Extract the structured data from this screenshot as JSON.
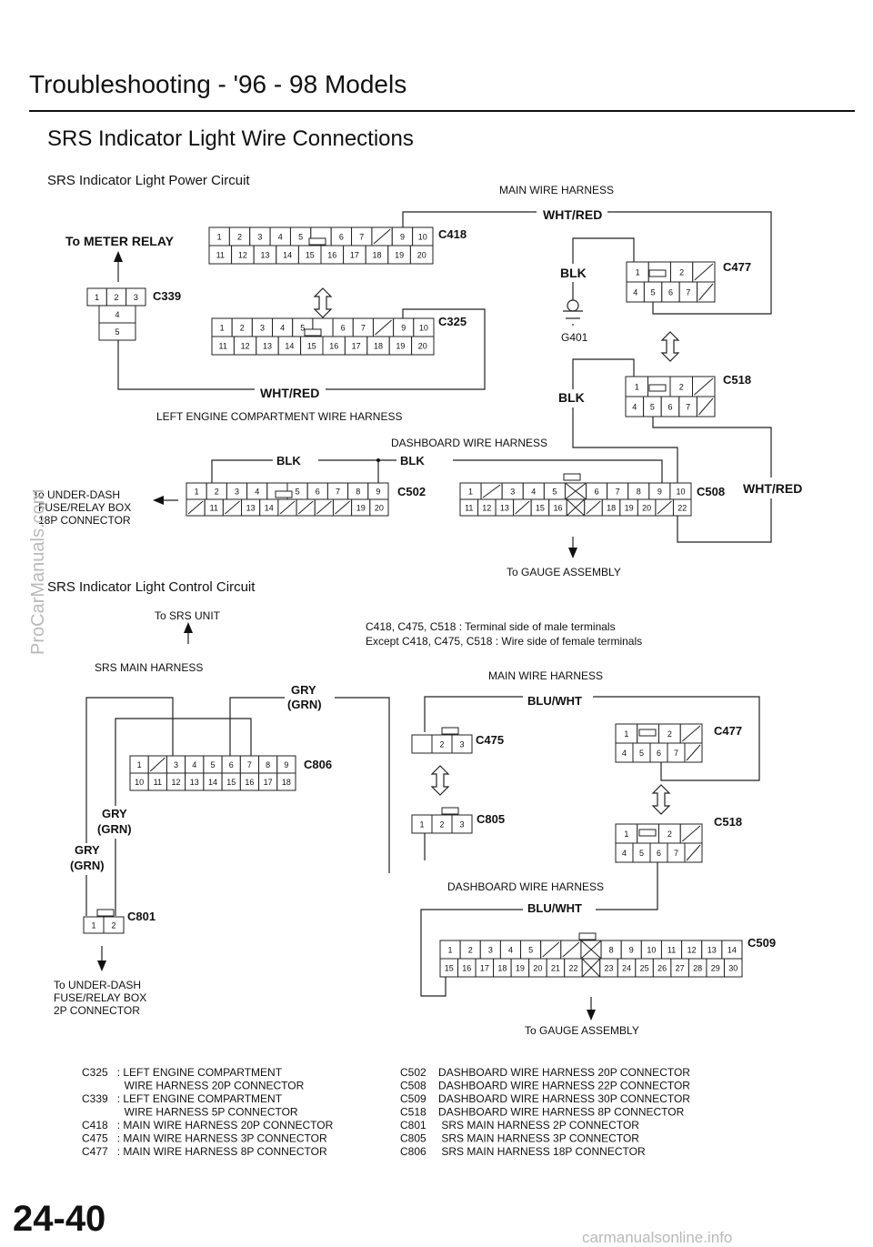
{
  "header": {
    "title": "Troubleshooting - '96 - 98 Models",
    "subtitle": "SRS Indicator Light Wire Connections"
  },
  "power_circuit": {
    "heading": "SRS Indicator Light Power Circuit",
    "main_harness": "MAIN WIRE HARNESS",
    "to_meter_relay": "To METER RELAY",
    "left_engine_harness": "LEFT ENGINE COMPARTMENT WIRE HARNESS",
    "dashboard_harness": "DASHBOARD WIRE HARNESS",
    "wire_wht_red": "WHT/RED",
    "wire_blk": "BLK",
    "ground": "G401",
    "to_under_dash": [
      "To UNDER-DASH",
      "FUSE/RELAY BOX",
      "18P CONNECTOR"
    ],
    "to_gauge": "To GAUGE ASSEMBLY"
  },
  "control_circuit": {
    "heading": "SRS Indicator Light Control Circuit",
    "to_srs_unit": "To SRS UNIT",
    "srs_main_harness": "SRS MAIN HARNESS",
    "note": [
      "C418, C475, C518 : Terminal side of male terminals",
      "Except C418, C475, C518 : Wire side of female terminals"
    ],
    "main_harness": "MAIN WIRE HARNESS",
    "dashboard_harness": "DASHBOARD WIRE HARNESS",
    "wire_gry": "GRY",
    "wire_grn": "(GRN)",
    "wire_blu_wht": "BLU/WHT",
    "to_under_dash": [
      "To UNDER-DASH",
      "FUSE/RELAY BOX",
      "2P CONNECTOR"
    ],
    "to_gauge": "To GAUGE ASSEMBLY"
  },
  "connectors": {
    "C418": {
      "label": "C418",
      "rows": [
        [
          "1",
          "2",
          "3",
          "4",
          "5",
          "",
          "6",
          "7",
          "/",
          "9",
          "10"
        ],
        [
          "11",
          "12",
          "13",
          "14",
          "15",
          "16",
          "17",
          "18",
          "19",
          "20"
        ]
      ]
    },
    "C325": {
      "label": "C325",
      "rows": [
        [
          "1",
          "2",
          "3",
          "4",
          "5",
          "",
          "6",
          "7",
          "/",
          "9",
          "10"
        ],
        [
          "11",
          "12",
          "13",
          "14",
          "15",
          "16",
          "17",
          "18",
          "19",
          "20"
        ]
      ]
    },
    "C339": {
      "label": "C339",
      "rows": [
        [
          "1",
          "2",
          "3"
        ],
        [
          "4"
        ],
        [
          "5"
        ]
      ]
    },
    "C477a": {
      "label": "C477",
      "rows": [
        [
          "1",
          "",
          "2",
          "/"
        ],
        [
          "4",
          "5",
          "6",
          "7",
          "/"
        ]
      ]
    },
    "C518a": {
      "label": "C518",
      "rows": [
        [
          "1",
          "",
          "2",
          "/"
        ],
        [
          "4",
          "5",
          "6",
          "7",
          "/"
        ]
      ]
    },
    "C502": {
      "label": "C502",
      "rows": [
        [
          "1",
          "2",
          "3",
          "4",
          "",
          "5",
          "6",
          "7",
          "8",
          "9"
        ],
        [
          "/",
          "11",
          "/",
          "13",
          "14",
          "/",
          "/",
          "/",
          "/",
          "19",
          "20"
        ]
      ]
    },
    "C508": {
      "label": "C508",
      "rows": [
        [
          "1",
          "/",
          "3",
          "4",
          "5",
          "X",
          "6",
          "7",
          "8",
          "9",
          "10"
        ],
        [
          "11",
          "12",
          "13",
          "/",
          "15",
          "16",
          "X",
          "/",
          "18",
          "19",
          "20",
          "/",
          "22"
        ]
      ]
    },
    "C806": {
      "label": "C806",
      "rows": [
        [
          "1",
          "/",
          "3",
          "4",
          "5",
          "6",
          "7",
          "8",
          "9"
        ],
        [
          "10",
          "11",
          "12",
          "13",
          "14",
          "15",
          "16",
          "17",
          "18"
        ]
      ]
    },
    "C801": {
      "label": "C801",
      "rows": [
        [
          "1",
          "2"
        ]
      ]
    },
    "C475": {
      "label": "C475",
      "rows": [
        [
          "",
          "2",
          "3"
        ]
      ]
    },
    "C805": {
      "label": "C805",
      "rows": [
        [
          "1",
          "2",
          "3"
        ]
      ]
    },
    "C477b": {
      "label": "C477",
      "rows": [
        [
          "1",
          "",
          "2",
          "/"
        ],
        [
          "4",
          "5",
          "6",
          "7",
          "/"
        ]
      ]
    },
    "C518b": {
      "label": "C518",
      "rows": [
        [
          "1",
          "",
          "2",
          "/"
        ],
        [
          "4",
          "5",
          "6",
          "7",
          "/"
        ]
      ]
    },
    "C509": {
      "label": "C509",
      "rows": [
        [
          "1",
          "2",
          "3",
          "4",
          "5",
          "/",
          "/",
          "X",
          "8",
          "9",
          "10",
          "11",
          "12",
          "13",
          "14"
        ],
        [
          "15",
          "16",
          "17",
          "18",
          "19",
          "20",
          "21",
          "22",
          "X",
          "23",
          "24",
          "25",
          "26",
          "27",
          "28",
          "29",
          "30"
        ]
      ]
    }
  },
  "legend": {
    "left": [
      "C325   : LEFT ENGINE COMPARTMENT",
      "              WIRE HARNESS 20P CONNECTOR",
      "C339   : LEFT ENGINE COMPARTMENT",
      "              WIRE HARNESS 5P CONNECTOR",
      "C418   : MAIN WIRE HARNESS 20P CONNECTOR",
      "C475   : MAIN WIRE HARNESS 3P CONNECTOR",
      "C477   : MAIN WIRE HARNESS 8P CONNECTOR"
    ],
    "right": [
      "C502    DASHBOARD WIRE HARNESS 20P CONNECTOR",
      "C508    DASHBOARD WIRE HARNESS 22P CONNECTOR",
      "C509    DASHBOARD WIRE HARNESS 30P CONNECTOR",
      "C518    DASHBOARD WIRE HARNESS 8P CONNECTOR",
      "C801     SRS MAIN HARNESS 2P CONNECTOR",
      "C805     SRS MAIN HARNESS 3P CONNECTOR",
      "C806     SRS MAIN HARNESS 18P CONNECTOR"
    ]
  },
  "page_number": "24-40",
  "watermarks": {
    "left": "ProCarManuals.com",
    "bottom": "carmanualsonline.info"
  }
}
